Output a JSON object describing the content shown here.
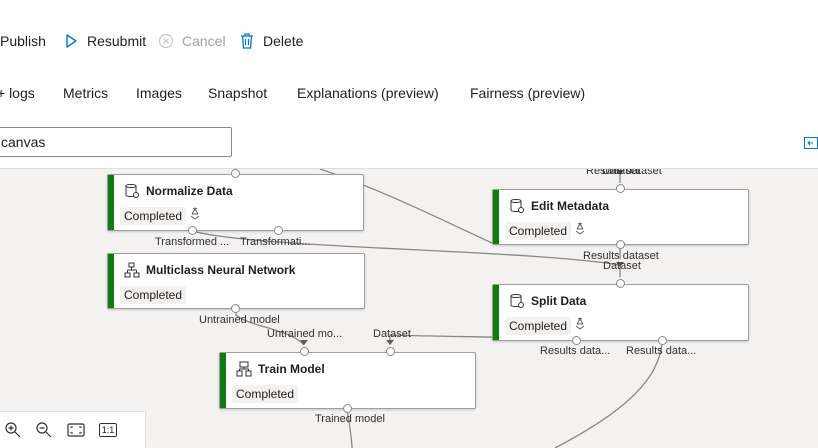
{
  "toolbar": {
    "publish": "Publish",
    "resubmit": "Resubmit",
    "cancel": "Cancel",
    "delete": "Delete"
  },
  "tabs": [
    "+ logs",
    "Metrics",
    "Images",
    "Snapshot",
    "Explanations (preview)",
    "Fairness (preview)"
  ],
  "search": {
    "value": "canvas"
  },
  "nodes": {
    "normalize": {
      "title": "Normalize Data",
      "status": "Completed",
      "ports_out": [
        "Transformed ...",
        "Transformati..."
      ]
    },
    "multiclass": {
      "title": "Multiclass Neural Network",
      "status": "Completed",
      "ports_out": [
        "Untrained model"
      ]
    },
    "train": {
      "title": "Train Model",
      "status": "Completed",
      "ports_in": [
        "Untrained mo...",
        "Dataset"
      ],
      "ports_out": [
        "Trained model"
      ]
    },
    "edit": {
      "title": "Edit Metadata",
      "status": "Completed",
      "ports_in": [
        "Results dataset",
        "Dataset"
      ],
      "ports_out": [
        "Results dataset"
      ]
    },
    "split": {
      "title": "Split Data",
      "status": "Completed",
      "ports_in": [
        "Dataset"
      ],
      "ports_out": [
        "Results data...",
        "Results data..."
      ]
    }
  },
  "zoom": {
    "fit_label": "1:1"
  },
  "colors": {
    "accent": "#0078d4",
    "success": "#107c10"
  }
}
